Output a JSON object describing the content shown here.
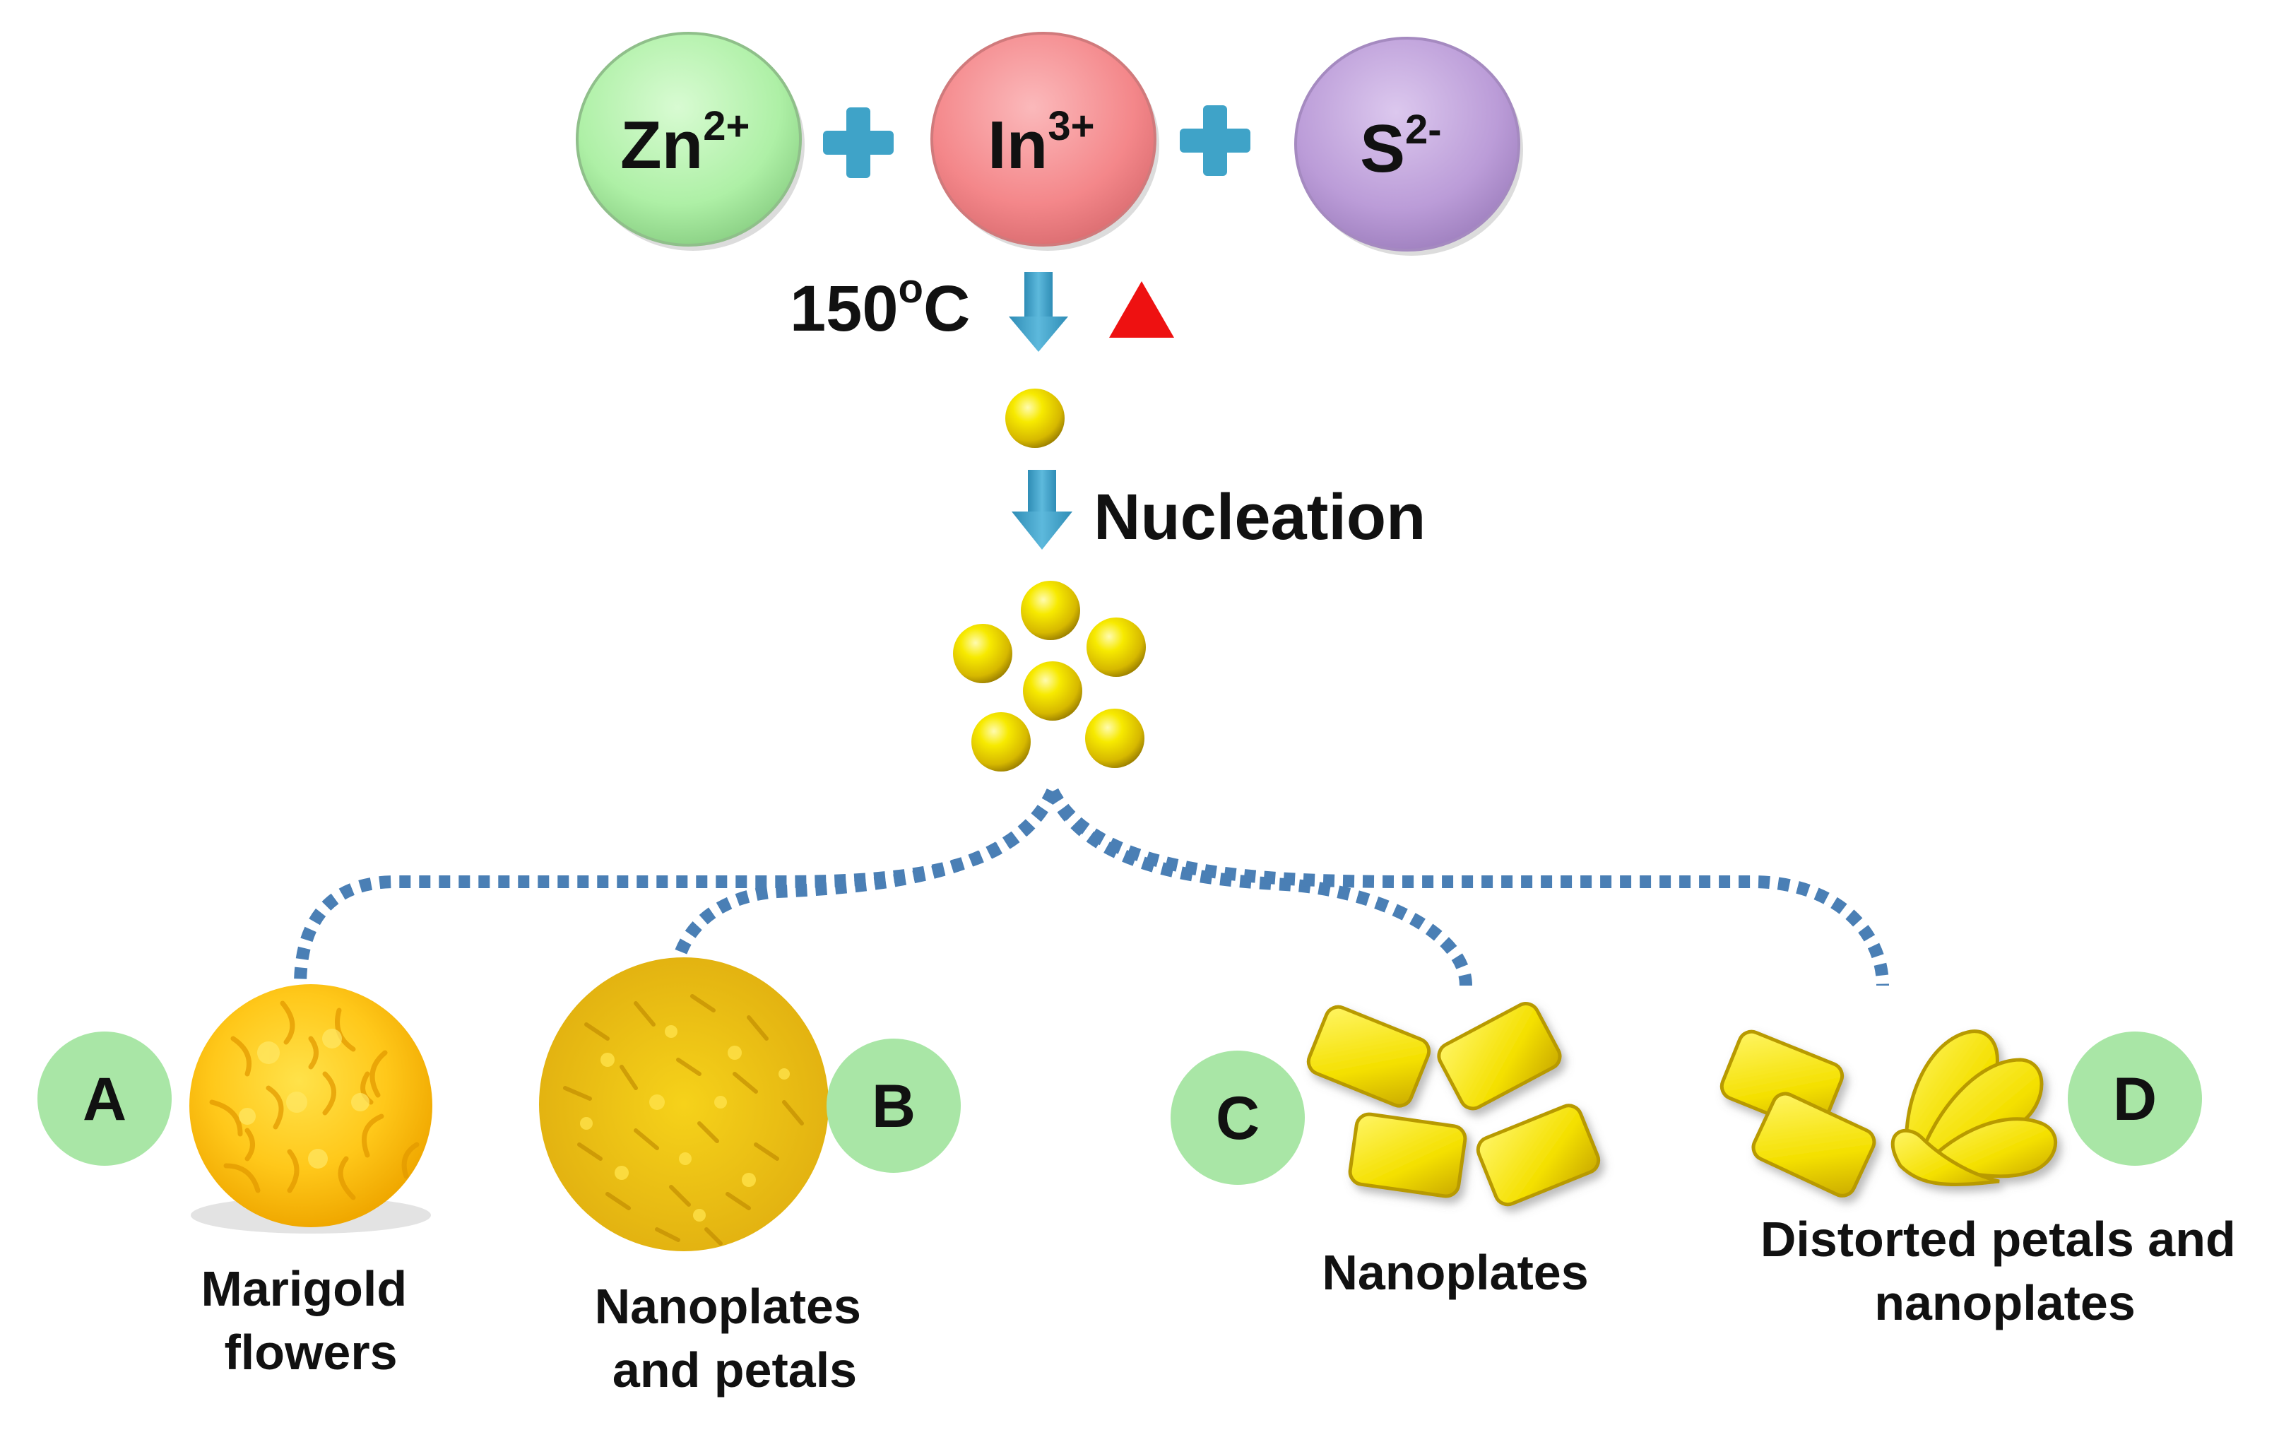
{
  "reactants": [
    {
      "symbol": "Zn",
      "charge": "2+",
      "color": "#aef0a6"
    },
    {
      "symbol": "In",
      "charge": "3+",
      "color": "#f4878a"
    },
    {
      "symbol": "S",
      "charge": "2-",
      "color": "#bb9cd8"
    }
  ],
  "plus_color": "#3fa3c8",
  "temperature": {
    "value": "150",
    "sup": "o",
    "unit": "C"
  },
  "heat_symbol_color": "#ee1111",
  "nucleation_label": "Nucleation",
  "particle_color": "#f2e000",
  "branch_line_color": "#4a7fb5",
  "products": [
    {
      "letter": "A",
      "caption_lines": [
        "Marigold",
        "flowers"
      ]
    },
    {
      "letter": "B",
      "caption_lines": [
        "Nanoplates",
        "and petals"
      ]
    },
    {
      "letter": "C",
      "caption_lines": [
        "Nanoplates"
      ]
    },
    {
      "letter": "D",
      "caption_lines": [
        "Distorted petals and",
        "nanoplates"
      ]
    }
  ],
  "letter_badge_color": "#a9e6a6"
}
